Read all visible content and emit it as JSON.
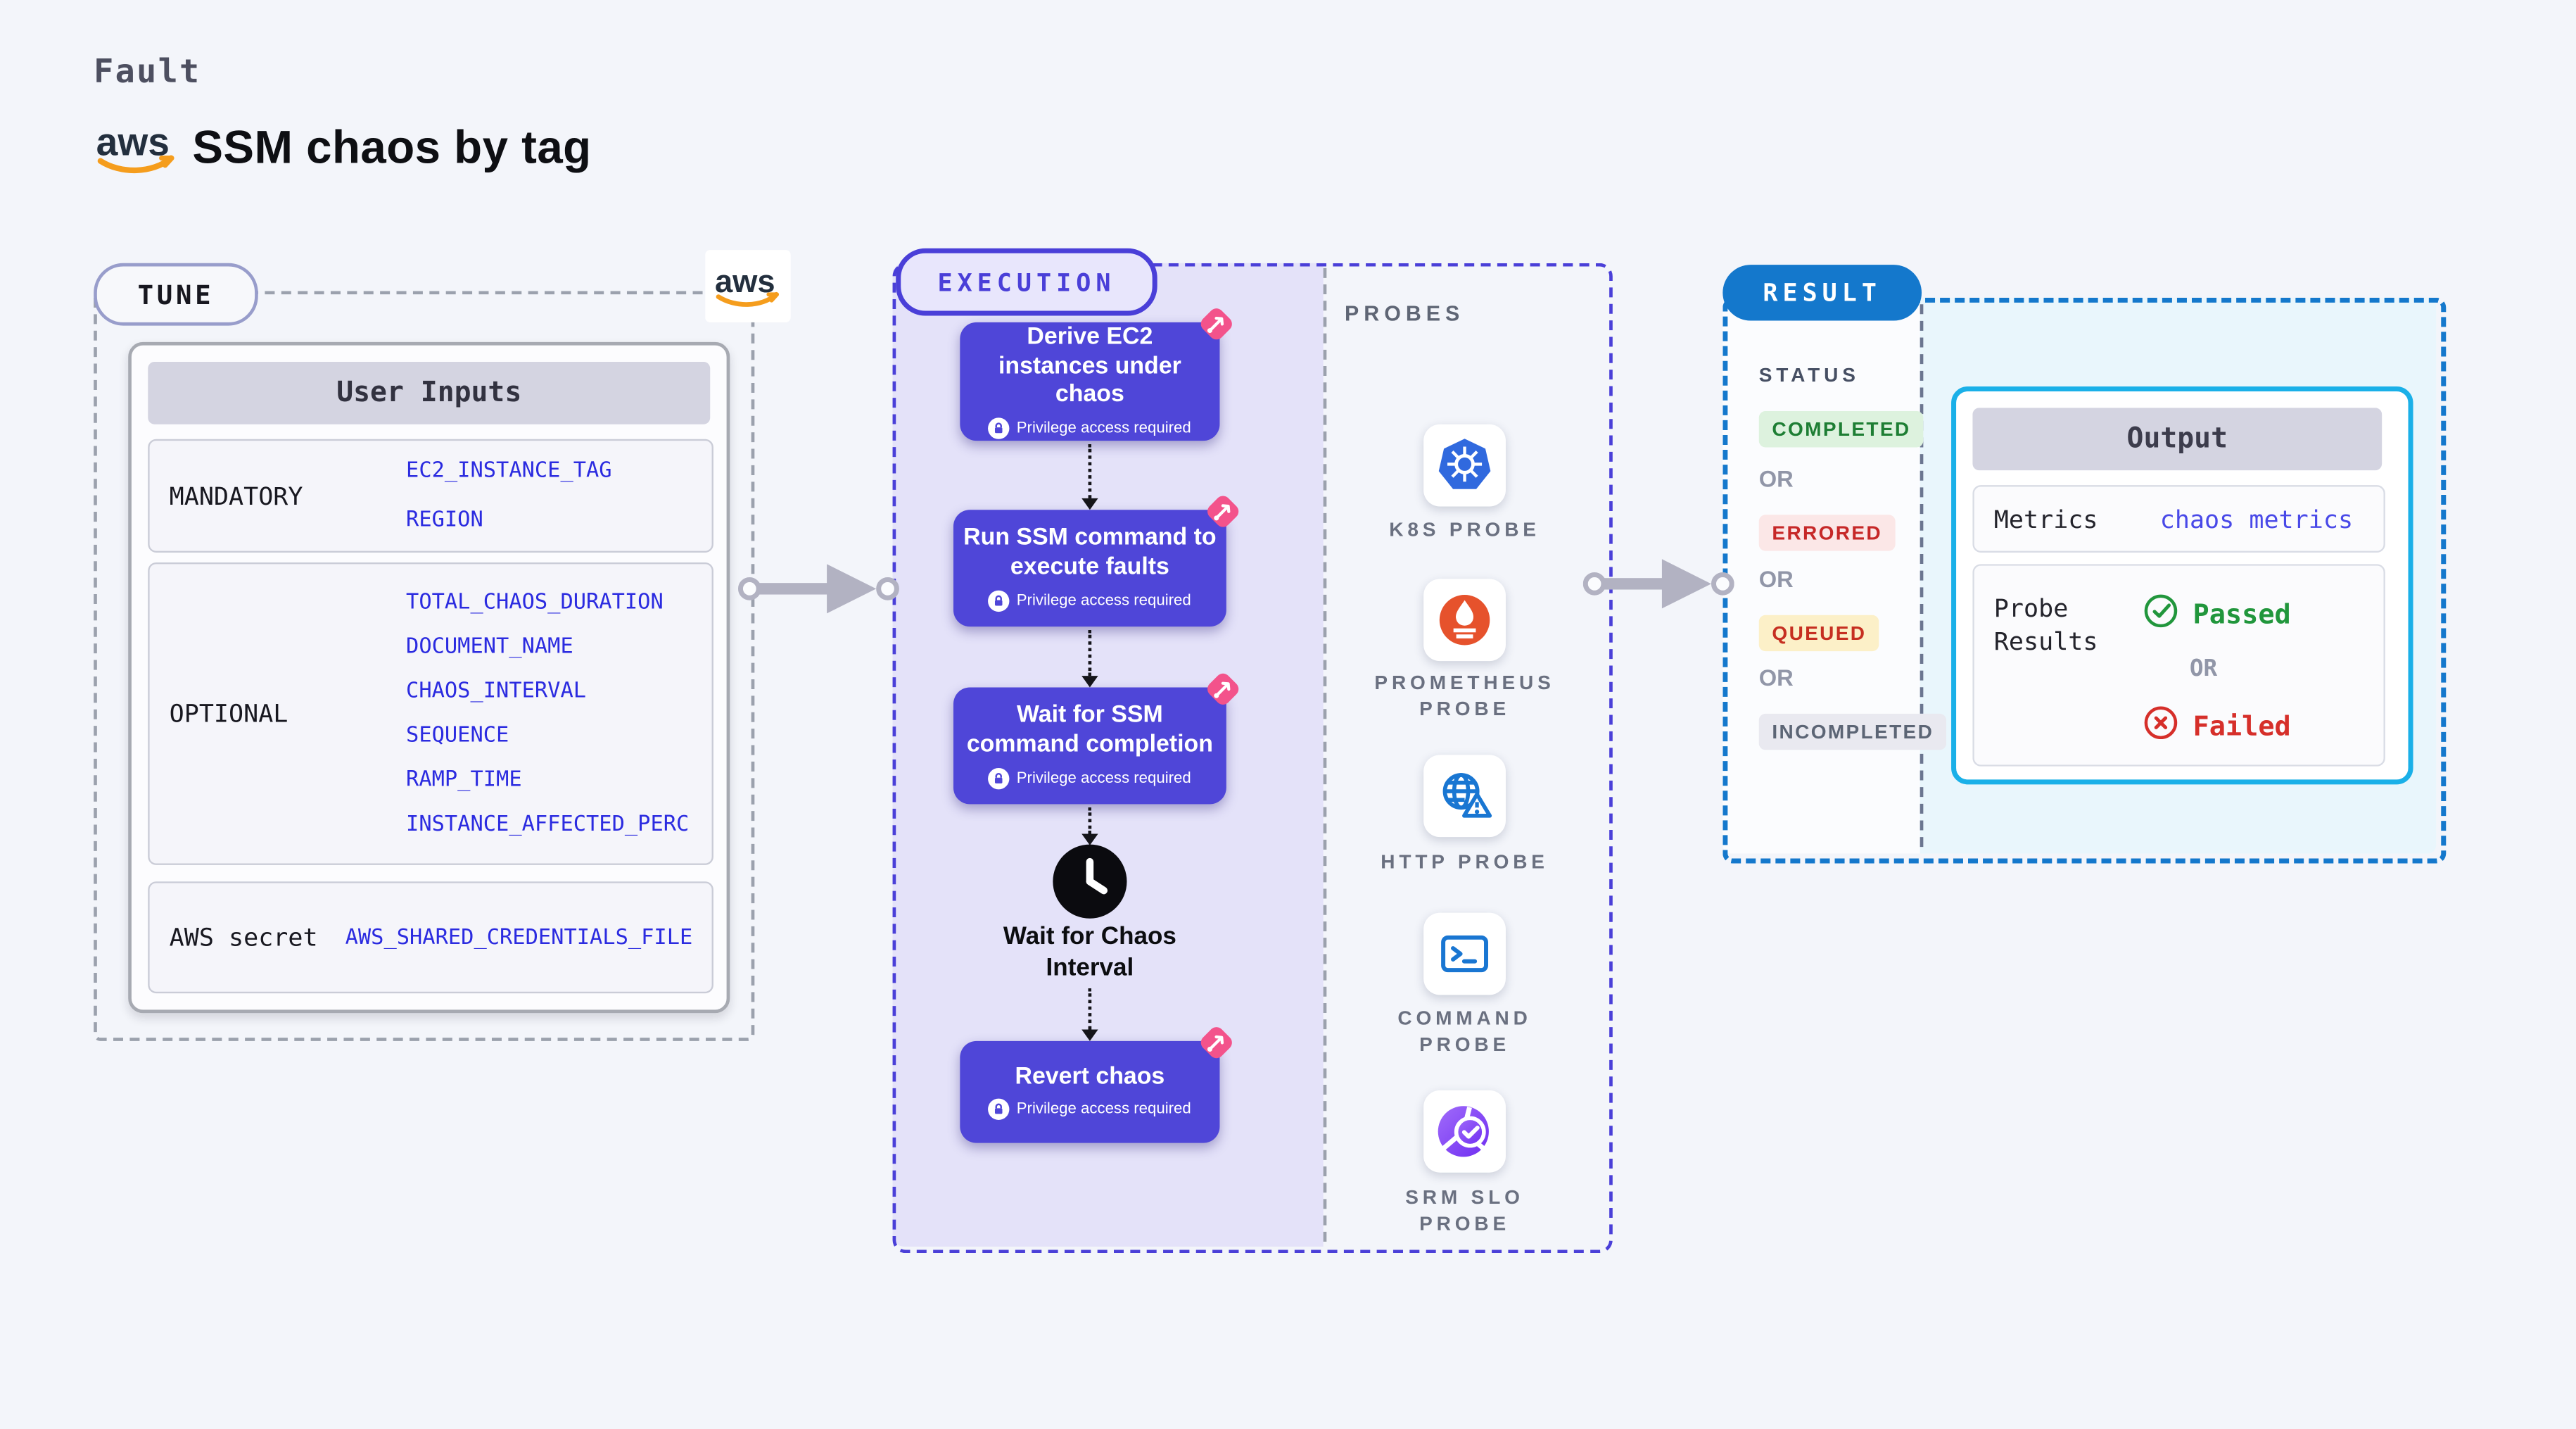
{
  "page": {
    "kicker": "Fault",
    "brand": "aws",
    "title": "SSM chaos by tag"
  },
  "tune": {
    "label": "TUNE",
    "table_title": "User Inputs",
    "rows": [
      {
        "label": "MANDATORY",
        "values": [
          "EC2_INSTANCE_TAG",
          "REGION"
        ]
      },
      {
        "label": "OPTIONAL",
        "values": [
          "TOTAL_CHAOS_DURATION",
          "DOCUMENT_NAME",
          "CHAOS_INTERVAL",
          "SEQUENCE",
          "RAMP_TIME",
          "INSTANCE_AFFECTED_PERC"
        ]
      },
      {
        "label": "AWS secret",
        "values": [
          "AWS_SHARED_CREDENTIALS_FILE"
        ]
      }
    ]
  },
  "execution": {
    "label": "EXECUTION",
    "steps": [
      {
        "title": "Derive EC2 instances under chaos",
        "badge": "Privilege access required"
      },
      {
        "title": "Run SSM command to execute faults",
        "badge": "Privilege access required"
      },
      {
        "title": "Wait for SSM command completion",
        "badge": "Privilege access required"
      },
      {
        "title": "Wait for Chaos Interval"
      },
      {
        "title": "Revert chaos",
        "badge": "Privilege access required"
      }
    ]
  },
  "probes": {
    "label": "PROBES",
    "items": [
      {
        "label": "K8S PROBE",
        "icon": "kubernetes-icon"
      },
      {
        "label": "PROMETHEUS PROBE",
        "icon": "prometheus-icon"
      },
      {
        "label": "HTTP PROBE",
        "icon": "globe-warning-icon"
      },
      {
        "label": "COMMAND PROBE",
        "icon": "terminal-icon"
      },
      {
        "label": "SRM SLO PROBE",
        "icon": "slo-donut-check-icon"
      }
    ]
  },
  "result": {
    "label": "RESULT",
    "status_label": "STATUS",
    "or_label": "OR",
    "statuses": [
      {
        "text": "COMPLETED",
        "fg": "#1e7e34",
        "bg": "#ddf2de"
      },
      {
        "text": "ERRORED",
        "fg": "#c62828",
        "bg": "#fbe7e7"
      },
      {
        "text": "QUEUED",
        "fg": "#c62f21",
        "bg": "#fcf0c8"
      },
      {
        "text": "INCOMPLETED",
        "fg": "#5c6575",
        "bg": "#e9e9f0"
      }
    ],
    "output": {
      "title": "Output",
      "metrics_label": "Metrics",
      "metrics_value": "chaos metrics",
      "probe_results_label": "Probe Results",
      "passed": "Passed",
      "or": "OR",
      "failed": "Failed"
    }
  },
  "colors": {
    "page_bg": "#f3f5fa",
    "accent_indigo": "#4f46d8",
    "execution_lavender": "#e4e2f9",
    "value_blue": "#2b2be0",
    "fork_pink": "#f3538b",
    "result_blue": "#1478cc",
    "output_border_cyan": "#1ab0e8",
    "output_bg_cyan": "#e9f6fc",
    "success_green": "#21963c",
    "error_red": "#d62f2a",
    "aws_orange": "#f59d1d",
    "k8s_blue": "#3069de",
    "prometheus_orange": "#e6522c",
    "probe_icon_blue": "#1976d2",
    "srm_purple": "#7a3ef0"
  }
}
